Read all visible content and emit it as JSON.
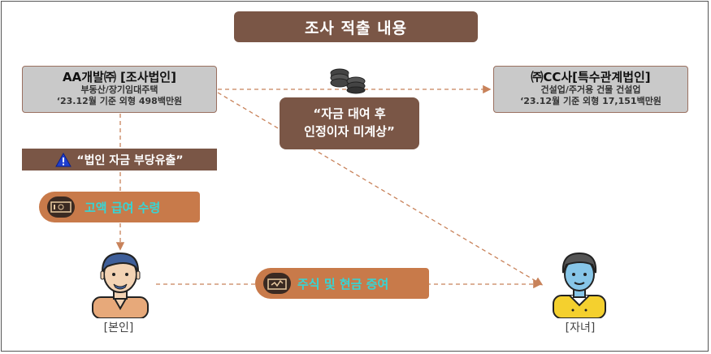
{
  "title": "조사 적출 내용",
  "entity_aa": {
    "name": "AA개발㈜ [조사법인]",
    "line1": "부동산/장기임대주택",
    "line2": "‘23.12월 기준 외형 498백만원"
  },
  "entity_cc": {
    "name": "㈜CC사[특수관계법인]",
    "line1": "건설업/주거용 건물 건설업",
    "line2": "‘23.12월 기준 외형 17,151백만원"
  },
  "quote": {
    "line1": "“자금 대여 후",
    "line2": "인정이자 미계상”"
  },
  "warning": "“법인 자금 부당유출”",
  "salary_label": "고액 급여 수령",
  "gift_label": "주식 및 현금 증여",
  "person_self": "[본인]",
  "person_child": "[자녀]",
  "icons": [
    "coins-icon",
    "warning-icon",
    "cash-icon",
    "money-icon",
    "man-icon",
    "child-icon"
  ],
  "colors": {
    "brown": "#7a5646",
    "pill": "#c87a4a",
    "pill_text": "#35d6d6",
    "entity_bg": "#c9c9c9",
    "arrow": "#c8825a"
  }
}
